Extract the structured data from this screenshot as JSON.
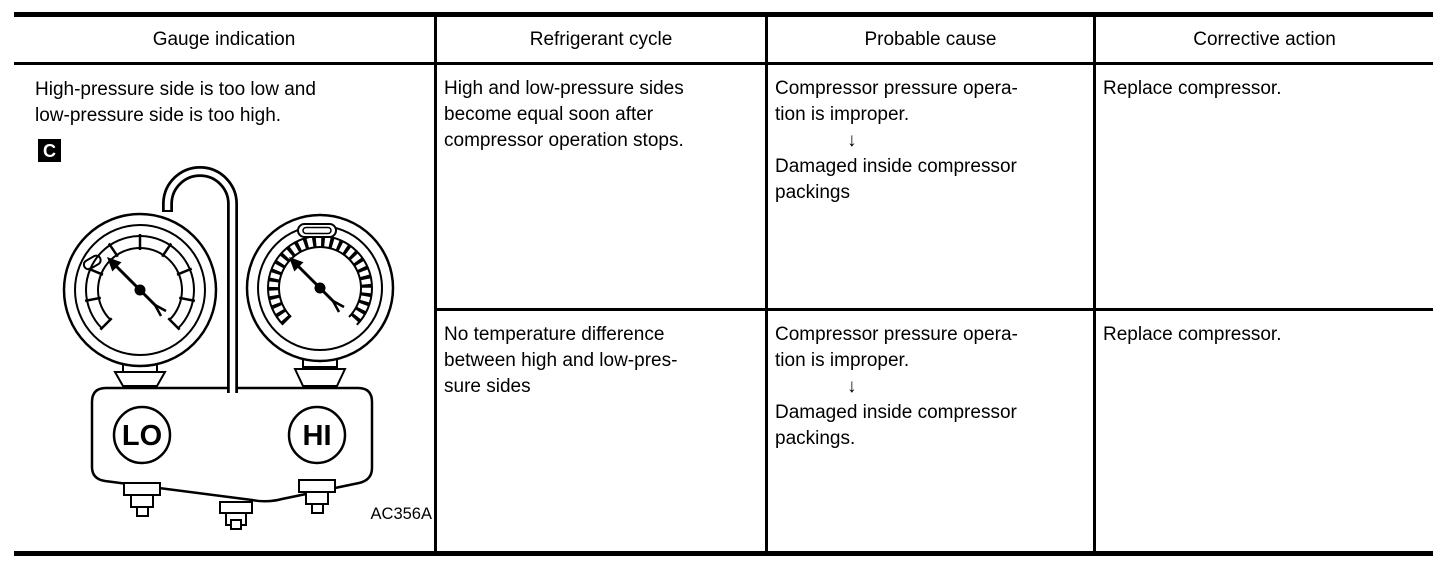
{
  "table": {
    "headers": [
      "Gauge indication",
      "Refrigerant cycle",
      "Probable cause",
      "Corrective action"
    ],
    "gauge_cell": {
      "description": "High-pressure side is too low and\nlow-pressure side is too high.",
      "label": "C",
      "gauge_low_label": "LO",
      "gauge_high_label": "HI",
      "figure_code": "AC356A"
    },
    "rows": [
      {
        "refrigerant_cycle": "High and low-pressure sides\nbecome equal soon after\ncompressor operation stops.",
        "cause_first": "Compressor pressure opera-\ntion is improper.",
        "cause_arrow": "↓",
        "cause_second": "Damaged inside compressor\npackings",
        "corrective_action": "Replace compressor."
      },
      {
        "refrigerant_cycle": "No temperature difference\nbetween high and low-pres-\nsure sides",
        "cause_first": "Compressor pressure opera-\ntion is improper.",
        "cause_arrow": "↓",
        "cause_second": "Damaged inside compressor\npackings.",
        "corrective_action": "Replace compressor."
      }
    ]
  },
  "colors": {
    "line": "#000000",
    "background": "#ffffff"
  }
}
